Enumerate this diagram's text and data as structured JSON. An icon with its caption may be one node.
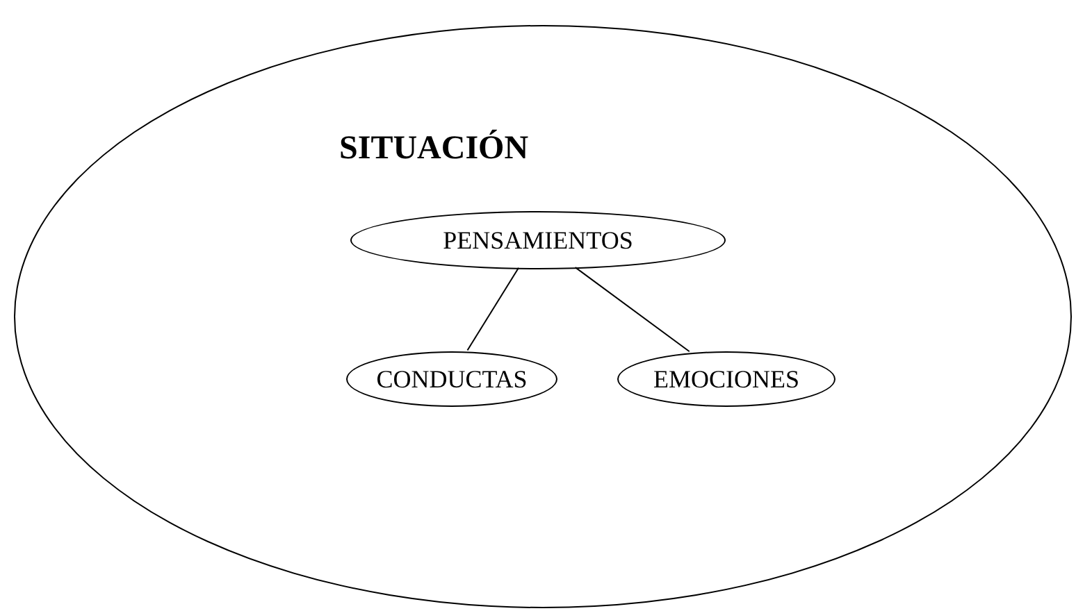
{
  "diagram": {
    "nodes": [
      {
        "text": [
          "SITUACIÓN"
        ]
      },
      {
        "text": [
          "PENSAMIENTOS"
        ],
        "in": 0
      },
      {
        "text": [
          "CONDUCTAS"
        ],
        "in": 0
      },
      {
        "text": [
          "EMOCIONES"
        ],
        "in": 0
      }
    ],
    "edges": [
      {
        "from": 1,
        "to": 2,
        "arrow": "none"
      },
      {
        "from": 1,
        "to": 3,
        "arrow": "none"
      }
    ]
  }
}
